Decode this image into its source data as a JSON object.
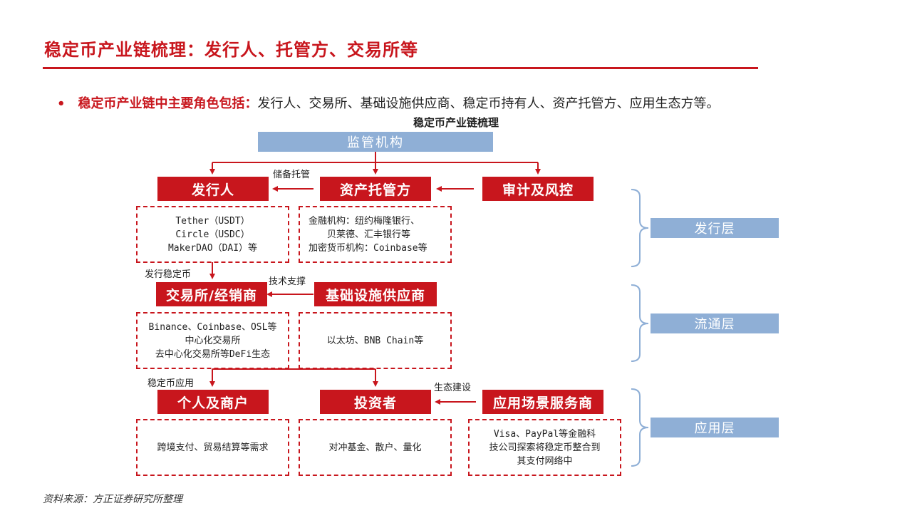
{
  "header": {
    "title": "稳定币产业链梳理：发行人、托管方、交易所等"
  },
  "bullet": {
    "dot": "•",
    "lead": "稳定币产业链中主要角色包括：",
    "text": "发行人、交易所、基础设施供应商、稳定币持有人、资产托管方、应用生态方等。"
  },
  "diagram": {
    "title": "稳定币产业链梳理",
    "regulator": "监管机构",
    "nodes": {
      "issuer": "发行人",
      "custodian": "资产托管方",
      "audit": "审计及风控",
      "exchange": "交易所/经销商",
      "infra": "基础设施供应商",
      "individual": "个人及商户",
      "investor": "投资者",
      "app_service": "应用场景服务商"
    },
    "details": {
      "issuer": [
        "Tether（USDT）",
        "Circle（USDC）",
        "MakerDAO（DAI）等"
      ],
      "custodian": [
        "金融机构：纽约梅隆银行、",
        "贝莱德、汇丰银行等",
        "加密货币机构：Coinbase等"
      ],
      "exchange": [
        "Binance、Coinbase、OSL等",
        "中心化交易所",
        "去中心化交易所等DeFi生态"
      ],
      "infra": [
        "以太坊、BNB Chain等"
      ],
      "individual": [
        "跨境支付、贸易结算等需求"
      ],
      "investor": [
        "对冲基金、散户、量化"
      ],
      "app_service": [
        "Visa、PayPal等金融科",
        "技公司探索将稳定币整合到",
        "其支付网络中"
      ]
    },
    "arrow_labels": {
      "reserve_custody": "储备托管",
      "issue_stablecoin": "发行稳定币",
      "tech_support": "技术支撑",
      "stablecoin_use": "稳定币应用",
      "ecosystem_building": "生态建设"
    },
    "layers": [
      "发行层",
      "流通层",
      "应用层"
    ]
  },
  "footer": {
    "source": "资料来源：方正证券研究所整理"
  },
  "colors": {
    "accent_red": "#c8161d",
    "layer_blue": "#8fafd6"
  }
}
